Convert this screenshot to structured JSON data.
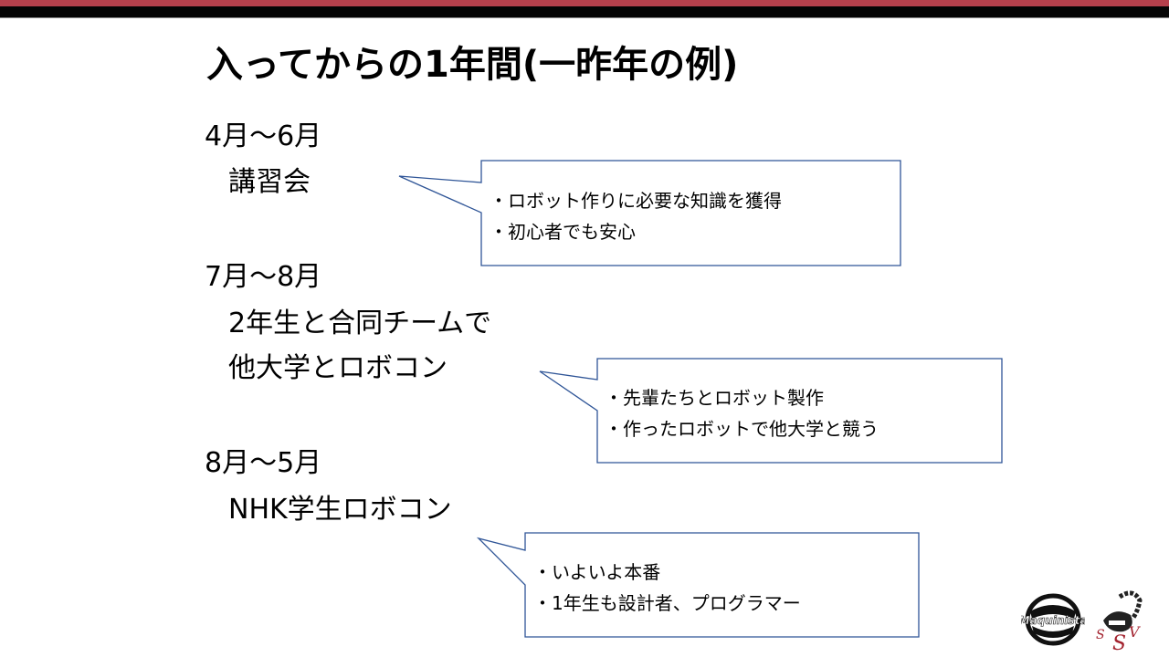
{
  "title": "入ってからの1年間(一昨年の例)",
  "periods": [
    {
      "months": "4月～6月",
      "lines": [
        "講習会"
      ],
      "notes": [
        "・ロボット作りに必要な知識を獲得",
        "・初心者でも安心"
      ]
    },
    {
      "months": "7月～8月",
      "lines": [
        "2年生と合同チームで",
        "他大学とロボコン"
      ],
      "notes": [
        "・先輩たちとロボット製作",
        "・作ったロボットで他大学と競う"
      ]
    },
    {
      "months": "8月～5月",
      "lines": [
        "NHK学生ロボコン"
      ],
      "notes": [
        "・いよいよ本番",
        "・1年生も設計者、プログラマー"
      ]
    }
  ],
  "logos": {
    "left": "Maquinista",
    "right": "SSV"
  },
  "colors": {
    "accent_red": "#b5404c",
    "callout_border": "#2f5597"
  }
}
